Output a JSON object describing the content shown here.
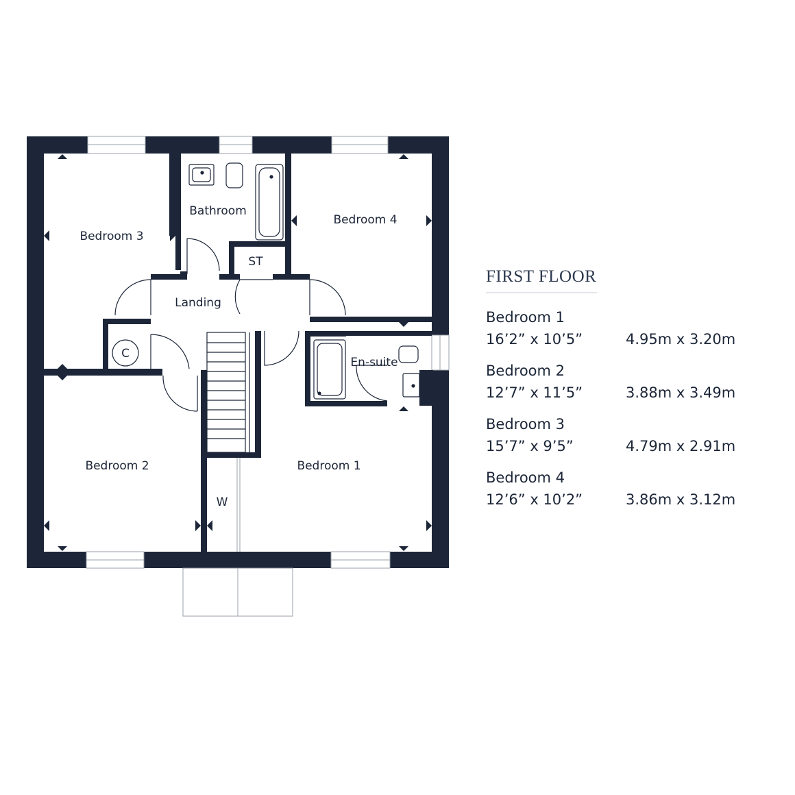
{
  "plan": {
    "wall_color": "#1c2638",
    "rooms": {
      "bedroom3": "Bedroom 3",
      "bathroom": "Bathroom",
      "bedroom4": "Bedroom 4",
      "st": "ST",
      "landing": "Landing",
      "cupboard": "C",
      "ensuite": "En-suite",
      "bedroom2": "Bedroom 2",
      "bedroom1": "Bedroom 1",
      "wardrobe": "W"
    }
  },
  "legend": {
    "title": "FIRST FLOOR",
    "rooms": [
      {
        "name": "Bedroom 1",
        "imperial": "16’2” x 10’5”",
        "metric": "4.95m x 3.20m"
      },
      {
        "name": "Bedroom 2",
        "imperial": "12’7” x 11’5”",
        "metric": "3.88m x 3.49m"
      },
      {
        "name": "Bedroom 3",
        "imperial": "15’7” x 9’5”",
        "metric": "4.79m x 2.91m"
      },
      {
        "name": "Bedroom 4",
        "imperial": "12’6” x 10’2”",
        "metric": "3.86m x 3.12m"
      }
    ]
  }
}
